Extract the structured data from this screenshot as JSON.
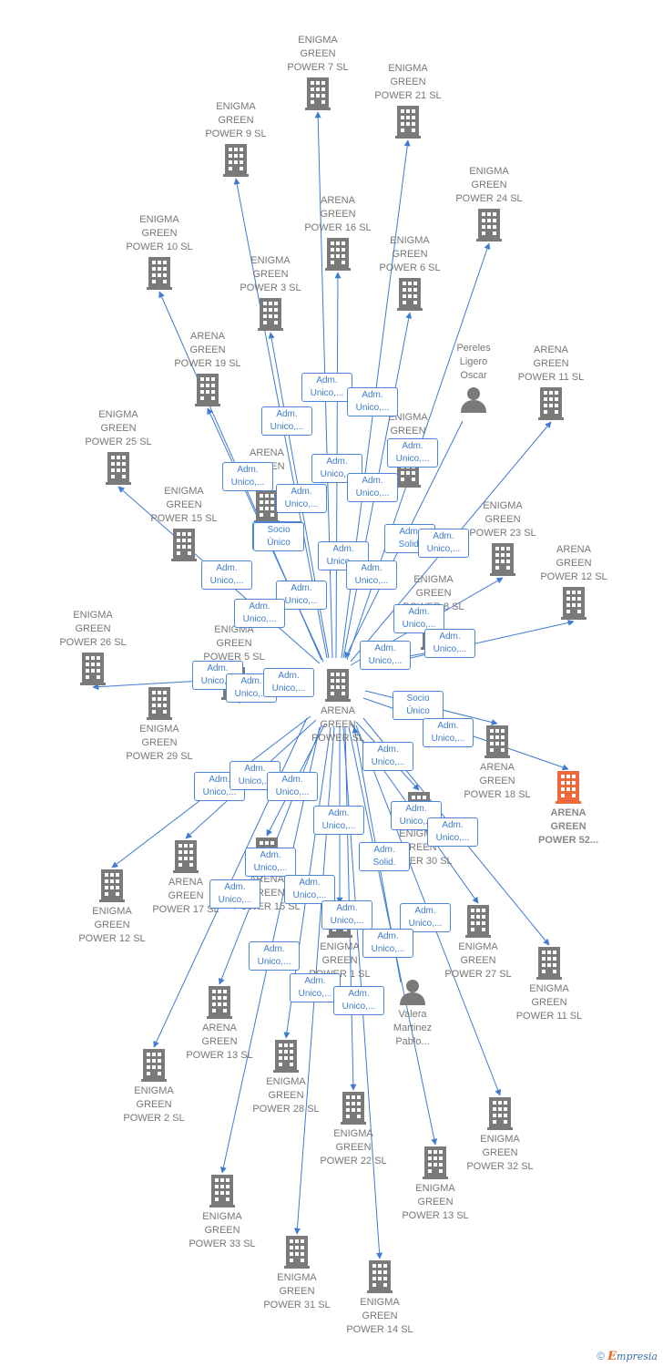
{
  "colors": {
    "edge": "#3e7bd1",
    "building": "#7a7a7a",
    "highlight": "#ef6a3a",
    "person": "#7a7a7a",
    "label": "#777777"
  },
  "nodes": [
    {
      "id": "center",
      "type": "building",
      "label": "ARENA\nGREEN\nPOWER  SL"
    },
    {
      "id": "n_e7",
      "type": "building",
      "label": "ENIGMA\nGREEN\nPOWER 7  SL"
    },
    {
      "id": "n_e21",
      "type": "building",
      "label": "ENIGMA\nGREEN\nPOWER 21  SL"
    },
    {
      "id": "n_e9",
      "type": "building",
      "label": "ENIGMA\nGREEN\nPOWER 9  SL"
    },
    {
      "id": "n_e24",
      "type": "building",
      "label": "ENIGMA\nGREEN\nPOWER 24  SL"
    },
    {
      "id": "n_a16",
      "type": "building",
      "label": "ARENA\nGREEN\nPOWER 16  SL"
    },
    {
      "id": "n_e10",
      "type": "building",
      "label": "ENIGMA\nGREEN\nPOWER 10  SL"
    },
    {
      "id": "n_e6",
      "type": "building",
      "label": "ENIGMA\nGREEN\nPOWER 6  SL"
    },
    {
      "id": "n_e3",
      "type": "building",
      "label": "ENIGMA\nGREEN\nPOWER 3  SL"
    },
    {
      "id": "n_pereles",
      "type": "person",
      "label": "Pereles\nLigero\nOscar"
    },
    {
      "id": "n_a19",
      "type": "building",
      "label": "ARENA\nGREEN\nPOWER 19  SL"
    },
    {
      "id": "n_a11top",
      "type": "building",
      "label": "ARENA\nGREEN\nPOWER 11  SL"
    },
    {
      "id": "n_hidden1",
      "type": "building",
      "label": "ENIGMA\nGREEN\nPO..."
    },
    {
      "id": "n_e25",
      "type": "building",
      "label": "ENIGMA\nGREEN\nPOWER 25  SL"
    },
    {
      "id": "n_arena14",
      "type": "building",
      "label": "ARENA\nGREEN\n14"
    },
    {
      "id": "n_e15",
      "type": "building",
      "label": "ENIGMA\nGREEN\nPOWER 15  SL"
    },
    {
      "id": "n_e23",
      "type": "building",
      "label": "ENIGMA\nGREEN\nPOWER 23  SL"
    },
    {
      "id": "n_a12top",
      "type": "building",
      "label": "ARENA\nGREEN\nPOWER 12  SL"
    },
    {
      "id": "n_e8",
      "type": "building",
      "label": "ENIGMA\nGREEN\nPOWER 8  SL"
    },
    {
      "id": "n_e26",
      "type": "building",
      "label": "ENIGMA\nGREEN\nPOWER 26  SL"
    },
    {
      "id": "n_e5",
      "type": "building",
      "label": "ENIGMA\nGREEN\nPOWER 5  SL"
    },
    {
      "id": "n_e29",
      "type": "building",
      "label": "ENIGMA\nGREEN\nPOWER 29  SL"
    },
    {
      "id": "n_a18",
      "type": "building",
      "label": "ARENA\nGREEN\nPOWER 18  SL"
    },
    {
      "id": "n_a52",
      "type": "building_highlight",
      "label": "ARENA\nGREEN\nPOWER 52..."
    },
    {
      "id": "n_e30",
      "type": "building",
      "label": "ENIGMA\nGREEN\nPOWER 30  SL"
    },
    {
      "id": "n_e12b",
      "type": "building",
      "label": "ENIGMA\nGREEN\nPOWER 12  SL"
    },
    {
      "id": "n_a17",
      "type": "building",
      "label": "ARENA\nGREEN\nPOWER 17  SL"
    },
    {
      "id": "n_a15",
      "type": "building",
      "label": "ARENA\nGREEN\nPOWER 15  SL"
    },
    {
      "id": "n_e1",
      "type": "building",
      "label": "ENIGMA\nGREEN\nPOWER 1  SL"
    },
    {
      "id": "n_e27",
      "type": "building",
      "label": "ENIGMA\nGREEN\nPOWER 27  SL"
    },
    {
      "id": "n_e11b",
      "type": "building",
      "label": "ENIGMA\nGREEN\nPOWER 11  SL"
    },
    {
      "id": "n_valera",
      "type": "person",
      "label": "Valera\nMartinez\nPablo..."
    },
    {
      "id": "n_a13",
      "type": "building",
      "label": "ARENA\nGREEN\nPOWER 13  SL"
    },
    {
      "id": "n_e2",
      "type": "building",
      "label": "ENIGMA\nGREEN\nPOWER 2  SL"
    },
    {
      "id": "n_e28",
      "type": "building",
      "label": "ENIGMA\nGREEN\nPOWER 28  SL"
    },
    {
      "id": "n_e22",
      "type": "building",
      "label": "ENIGMA\nGREEN\nPOWER 22  SL"
    },
    {
      "id": "n_e32",
      "type": "building",
      "label": "ENIGMA\nGREEN\nPOWER 32  SL"
    },
    {
      "id": "n_e13",
      "type": "building",
      "label": "ENIGMA\nGREEN\nPOWER 13  SL"
    },
    {
      "id": "n_e33",
      "type": "building",
      "label": "ENIGMA\nGREEN\nPOWER 33  SL"
    },
    {
      "id": "n_e31",
      "type": "building",
      "label": "ENIGMA\nGREEN\nPOWER 31  SL"
    },
    {
      "id": "n_e14",
      "type": "building",
      "label": "ENIGMA\nGREEN\nPOWER 14  SL"
    }
  ],
  "edge_labels": [
    "Adm.\nUnico,...",
    "Adm.\nUnico,...",
    "Adm.\nUnico,...",
    "Adm.\nUnico,...",
    "Adm.\nUnico,...",
    "Adm.\nUnico,...",
    "Adm.\nUnico,...",
    "Adm.\nUnico,...",
    "Adm.\nUnico,...",
    "Socio\nÚnico",
    "Adm.\nUnico,...",
    "Adm.\nSolid.",
    "Adm.\nUnico,...",
    "Adm.\nUnico,...",
    "Adm.\nUnico,...",
    "Adm.\nUnico,...",
    "Adm.\nUnico,...",
    "Adm.\nUnico,...",
    "Adm.\nUnico,...",
    "Adm.\nUnico,...",
    "Adm.\nUnico,...",
    "Socio\nÚnico",
    "Adm.\nUnico,...",
    "Adm.\nUnico,...",
    "Adm.\nUnico,...",
    "Adm.\nUnico,...",
    "Adm.\nUnico,...",
    "Adm.\nUnico,...",
    "Adm.\nUnico,...",
    "Adm.\nUnico,...",
    "Adm.\nUnico,...",
    "Adm.\nUnico,...",
    "Adm.\nUnico,...",
    "Adm.\nSolid.",
    "Adm.\nUnico,...",
    "Adm.\nUnico,...",
    "Adm.\nUnico,...",
    "Adm.\nUnico,...",
    "Adm.\nUnico,...",
    "Adm.\nUnico,...",
    "Adm.\nUnico,...",
    "Adm.\nUnico,..."
  ],
  "brand": {
    "copyright": "©",
    "e": "E",
    "rest": "mpresia"
  }
}
